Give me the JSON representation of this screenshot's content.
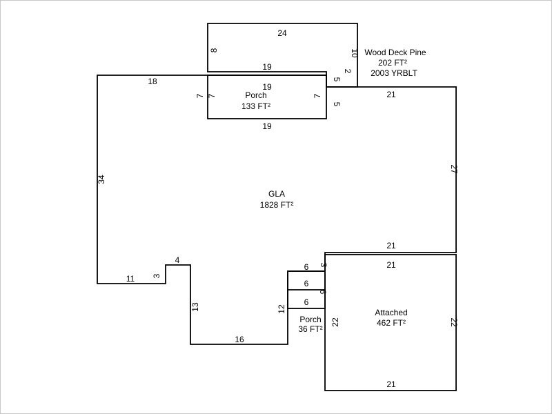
{
  "sketch": {
    "bg_color": "#ffffff",
    "line_color": "#000000",
    "regions": {
      "wood_deck": {
        "line1": "Wood Deck Pine",
        "line2": "202 FT²",
        "line3": "2003 YRBLT"
      },
      "porch_top": {
        "name": "Porch",
        "area": "133 FT²"
      },
      "gla": {
        "name": "GLA",
        "area": "1828 FT²"
      },
      "porch_bottom": {
        "name": "Porch",
        "area": "36 FT²"
      },
      "garage": {
        "name": "Attached",
        "area": "462 FT²"
      }
    },
    "dims": {
      "deck_top": "24",
      "deck_left": "8",
      "deck_right": "10",
      "deck_bottom": "19",
      "top_left": "18",
      "step_2": "2",
      "step_5": "5",
      "top_right_21": "21",
      "porch_width_inner": "19",
      "porch_left_7_outer": "7",
      "porch_left_7_inner": "7",
      "porch_right_7": "7",
      "porch_right_5": "5",
      "porch_bottom_19": "19",
      "left_34": "34",
      "right_27": "27",
      "gla_bottom_21": "21",
      "garage_top_21": "21",
      "notch_3": "3",
      "notch_6": "6",
      "bl_11": "11",
      "bl_3": "3",
      "bl_4": "4",
      "p2_6_mid": "6",
      "p2_6_right": "6",
      "p2_6_bottom": "6",
      "bl_13": "13",
      "p2_12": "12",
      "garage_left_22": "22",
      "garage_right_22": "22",
      "bottom_16": "16",
      "garage_bottom_21": "21"
    }
  }
}
